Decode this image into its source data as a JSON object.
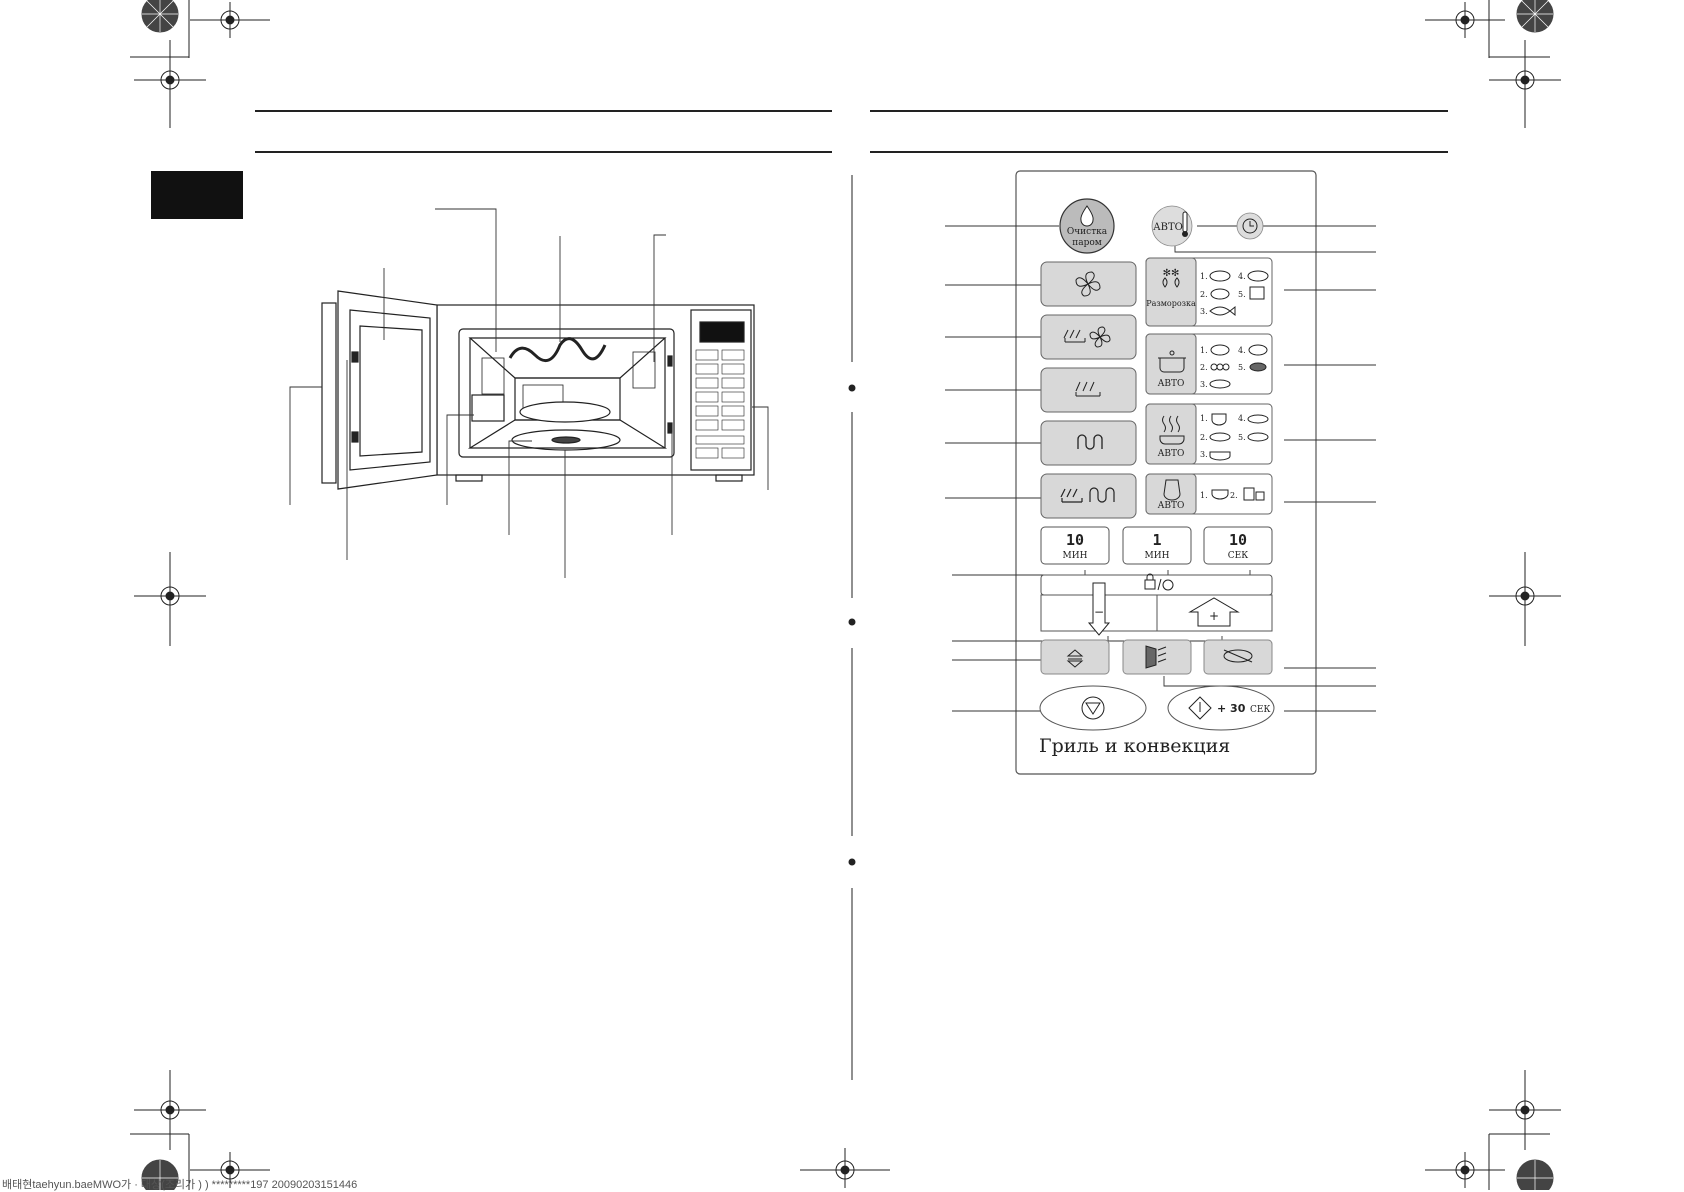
{
  "control_panel": {
    "steam_clean_label_line1": "Очистка",
    "steam_clean_label_line2": "паром",
    "auto_label": "АВТО",
    "defrost_label": "Разморозка",
    "defrost_items": [
      "1.",
      "2.",
      "3.",
      "4.",
      "5."
    ],
    "auto_cook_items": [
      "1.",
      "2.",
      "3.",
      "4.",
      "5."
    ],
    "auto_reheat_items": [
      "1.",
      "2.",
      "3.",
      "4.",
      "5."
    ],
    "auto_drink_items": [
      "1.",
      "2."
    ],
    "time_10_min_value": "10",
    "time_10_min_unit": "МИН",
    "time_1_min_value": "1",
    "time_1_min_unit": "МИН",
    "time_10_sec_value": "10",
    "time_10_sec_unit": "СЕК",
    "minus_symbol": "−",
    "plus_symbol": "+",
    "plus_30_label": "+ 30",
    "plus_30_unit": "СЕК",
    "model_name": "Гриль и конвекция"
  },
  "footer_text": "배태현taehyun.baeMWO가 · 대상(조리가 ) ) *********197 20090203151446"
}
